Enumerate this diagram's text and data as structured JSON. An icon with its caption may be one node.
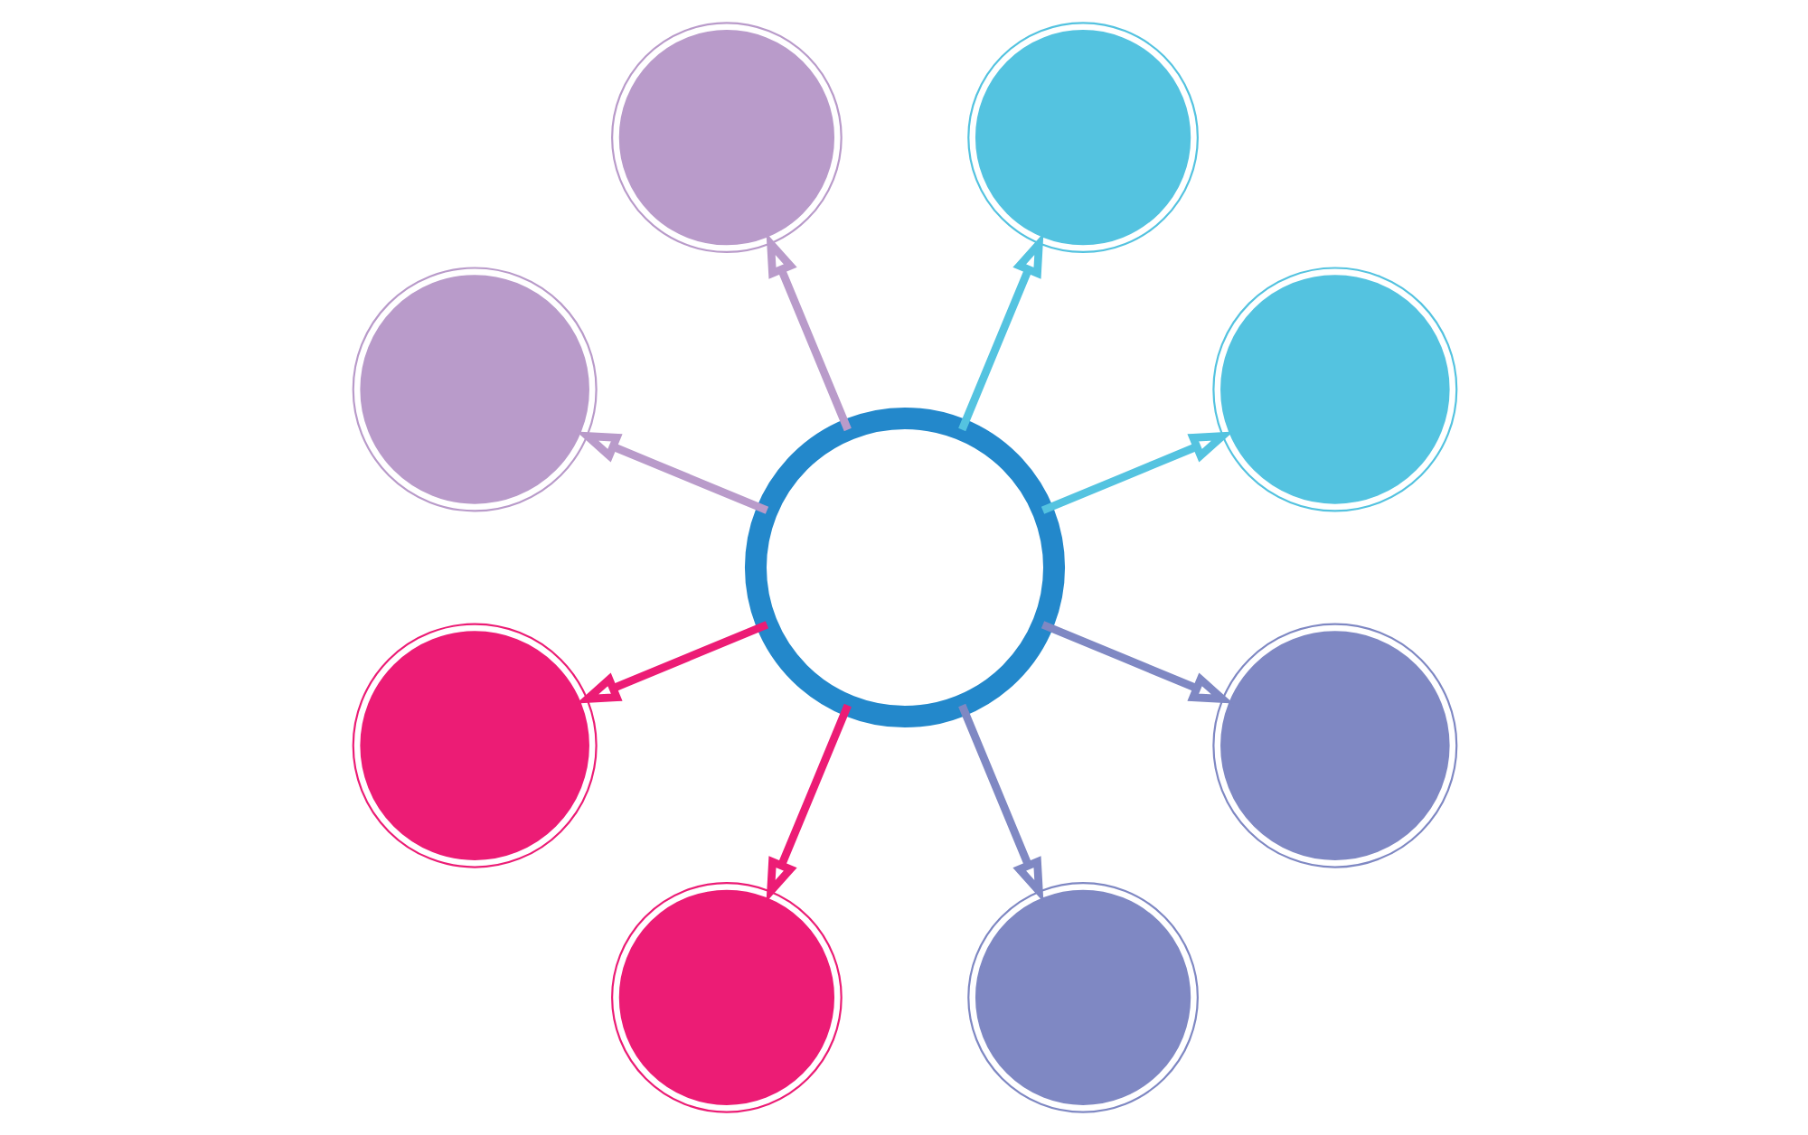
{
  "diagram": {
    "nodes": [
      {
        "text": [],
        "shape": "circle"
      },
      {
        "text": [],
        "shape": "circle"
      },
      {
        "text": [],
        "shape": "circle"
      },
      {
        "text": [],
        "shape": "circle"
      },
      {
        "text": [],
        "shape": "circle"
      },
      {
        "text": [],
        "shape": "circle"
      },
      {
        "text": [],
        "shape": "circle"
      },
      {
        "text": [],
        "shape": "circle"
      },
      {
        "text": [],
        "shape": "circle"
      }
    ],
    "edges": [
      {
        "from": 4,
        "to": 0,
        "arrow": "to",
        "color": "#b99bca"
      },
      {
        "from": 4,
        "to": 1,
        "arrow": "to",
        "color": "#b99bca"
      },
      {
        "from": 4,
        "to": 2,
        "arrow": "to",
        "color": "#54c3e0"
      },
      {
        "from": 4,
        "to": 3,
        "arrow": "to",
        "color": "#54c3e0"
      },
      {
        "from": 4,
        "to": 5,
        "arrow": "to",
        "color": "#ec1c75"
      },
      {
        "from": 4,
        "to": 6,
        "arrow": "to",
        "color": "#ec1c75"
      },
      {
        "from": 4,
        "to": 7,
        "arrow": "to",
        "color": "#7f88c3"
      },
      {
        "from": 4,
        "to": 8,
        "arrow": "to",
        "color": "#7f88c3"
      }
    ]
  }
}
